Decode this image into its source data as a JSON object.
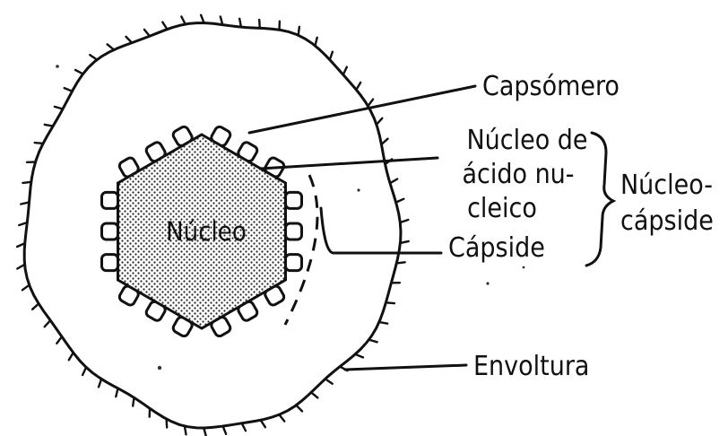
{
  "labels": {
    "core": "Núcleo",
    "capsomer": "Capsómero",
    "nucleic_core_line1": "Núcleo de",
    "nucleic_core_line2": "ácido nu-",
    "nucleic_core_line3": "cleico",
    "capsid": "Cápside",
    "nucleocapsid_line1": "Núcleo-",
    "nucleocapsid_line2": "cápside",
    "envelope": "Envoltura"
  },
  "colors": {
    "ink": "#111111",
    "background": "#ffffff"
  }
}
